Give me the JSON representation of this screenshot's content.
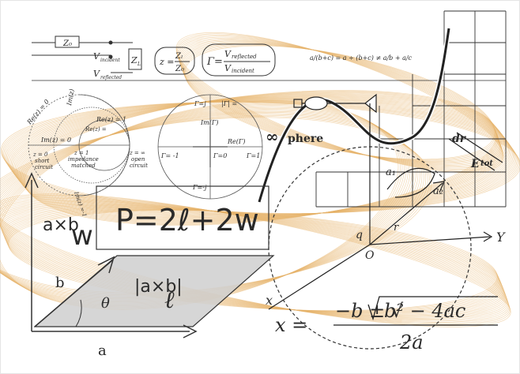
{
  "palette": {
    "ribbon": "#e7b36a",
    "ribbon_light": "#f3d7a8",
    "ink": "#2a2a2a",
    "grey_fill": "#cfcfcf",
    "line": "#3a3a3a"
  },
  "transmission": {
    "z0": "Z₀",
    "v_incident": "V",
    "v_incident_sub": "incident",
    "v_reflected": "V",
    "v_reflected_sub": "reflected",
    "zl": "Z",
    "zl_sub": "L",
    "z_formula_left": "z =",
    "z_formula_num": "Zₗ",
    "z_formula_den": "Z₀",
    "gamma_left": "Γ=",
    "gamma_num": "V",
    "gamma_num_sub": "reflected",
    "gamma_den": "V",
    "gamma_den_sub": "incident"
  },
  "algebra": {
    "fraction_line": "a/(b+c) = a ÷ (b+c) ≠ a/b + a/c"
  },
  "smith": {
    "re_z0": "Re(z) = 0",
    "im_z0": "Im(z) = 0",
    "im_z1": "Im(z)",
    "re_z1": "Re(z) = 1",
    "re_z_half": "Re(z) =",
    "z0_label": "z = 0",
    "short_label": "short",
    "circuit_label": "circuit",
    "z1_label": "z = 1",
    "impedance_label": "impedance",
    "matched_label": "matched",
    "zinf_label": "z = ∞",
    "open_label": "open",
    "circuit2_label": "circuit",
    "im_neg": "Im(z) =-1"
  },
  "gamma_circle": {
    "gamma_j": "Γ=j",
    "abs_gamma": "|Γ| =",
    "im_gamma": "Im(Γ)",
    "re_gamma": "Re(Γ)",
    "gamma_neg1": "Γ= -1",
    "gamma_0": "Γ=0",
    "gamma_1": "Γ=1",
    "gamma_negj": "Γ=-j"
  },
  "perimeter": {
    "formula": "P=2ℓ+2w",
    "w": "w"
  },
  "cross": {
    "axb": "a×b",
    "abs_axb": "|a×b|",
    "a": "a",
    "b": "b",
    "theta": "θ",
    "ell": "ℓ"
  },
  "curve": {
    "infinity": "∞",
    "sphere": "phere"
  },
  "vectors": {
    "q": "q",
    "o": "O",
    "y": "Y",
    "r": "r",
    "a1": "a₁",
    "a2": "a₂",
    "x": "x",
    "dr": "dr",
    "etot": "E",
    "etot_sub": "tot"
  },
  "quadratic": {
    "lhs": "x =",
    "num": "−b ± √",
    "b2": "b² − 4ac",
    "den": "2a"
  }
}
